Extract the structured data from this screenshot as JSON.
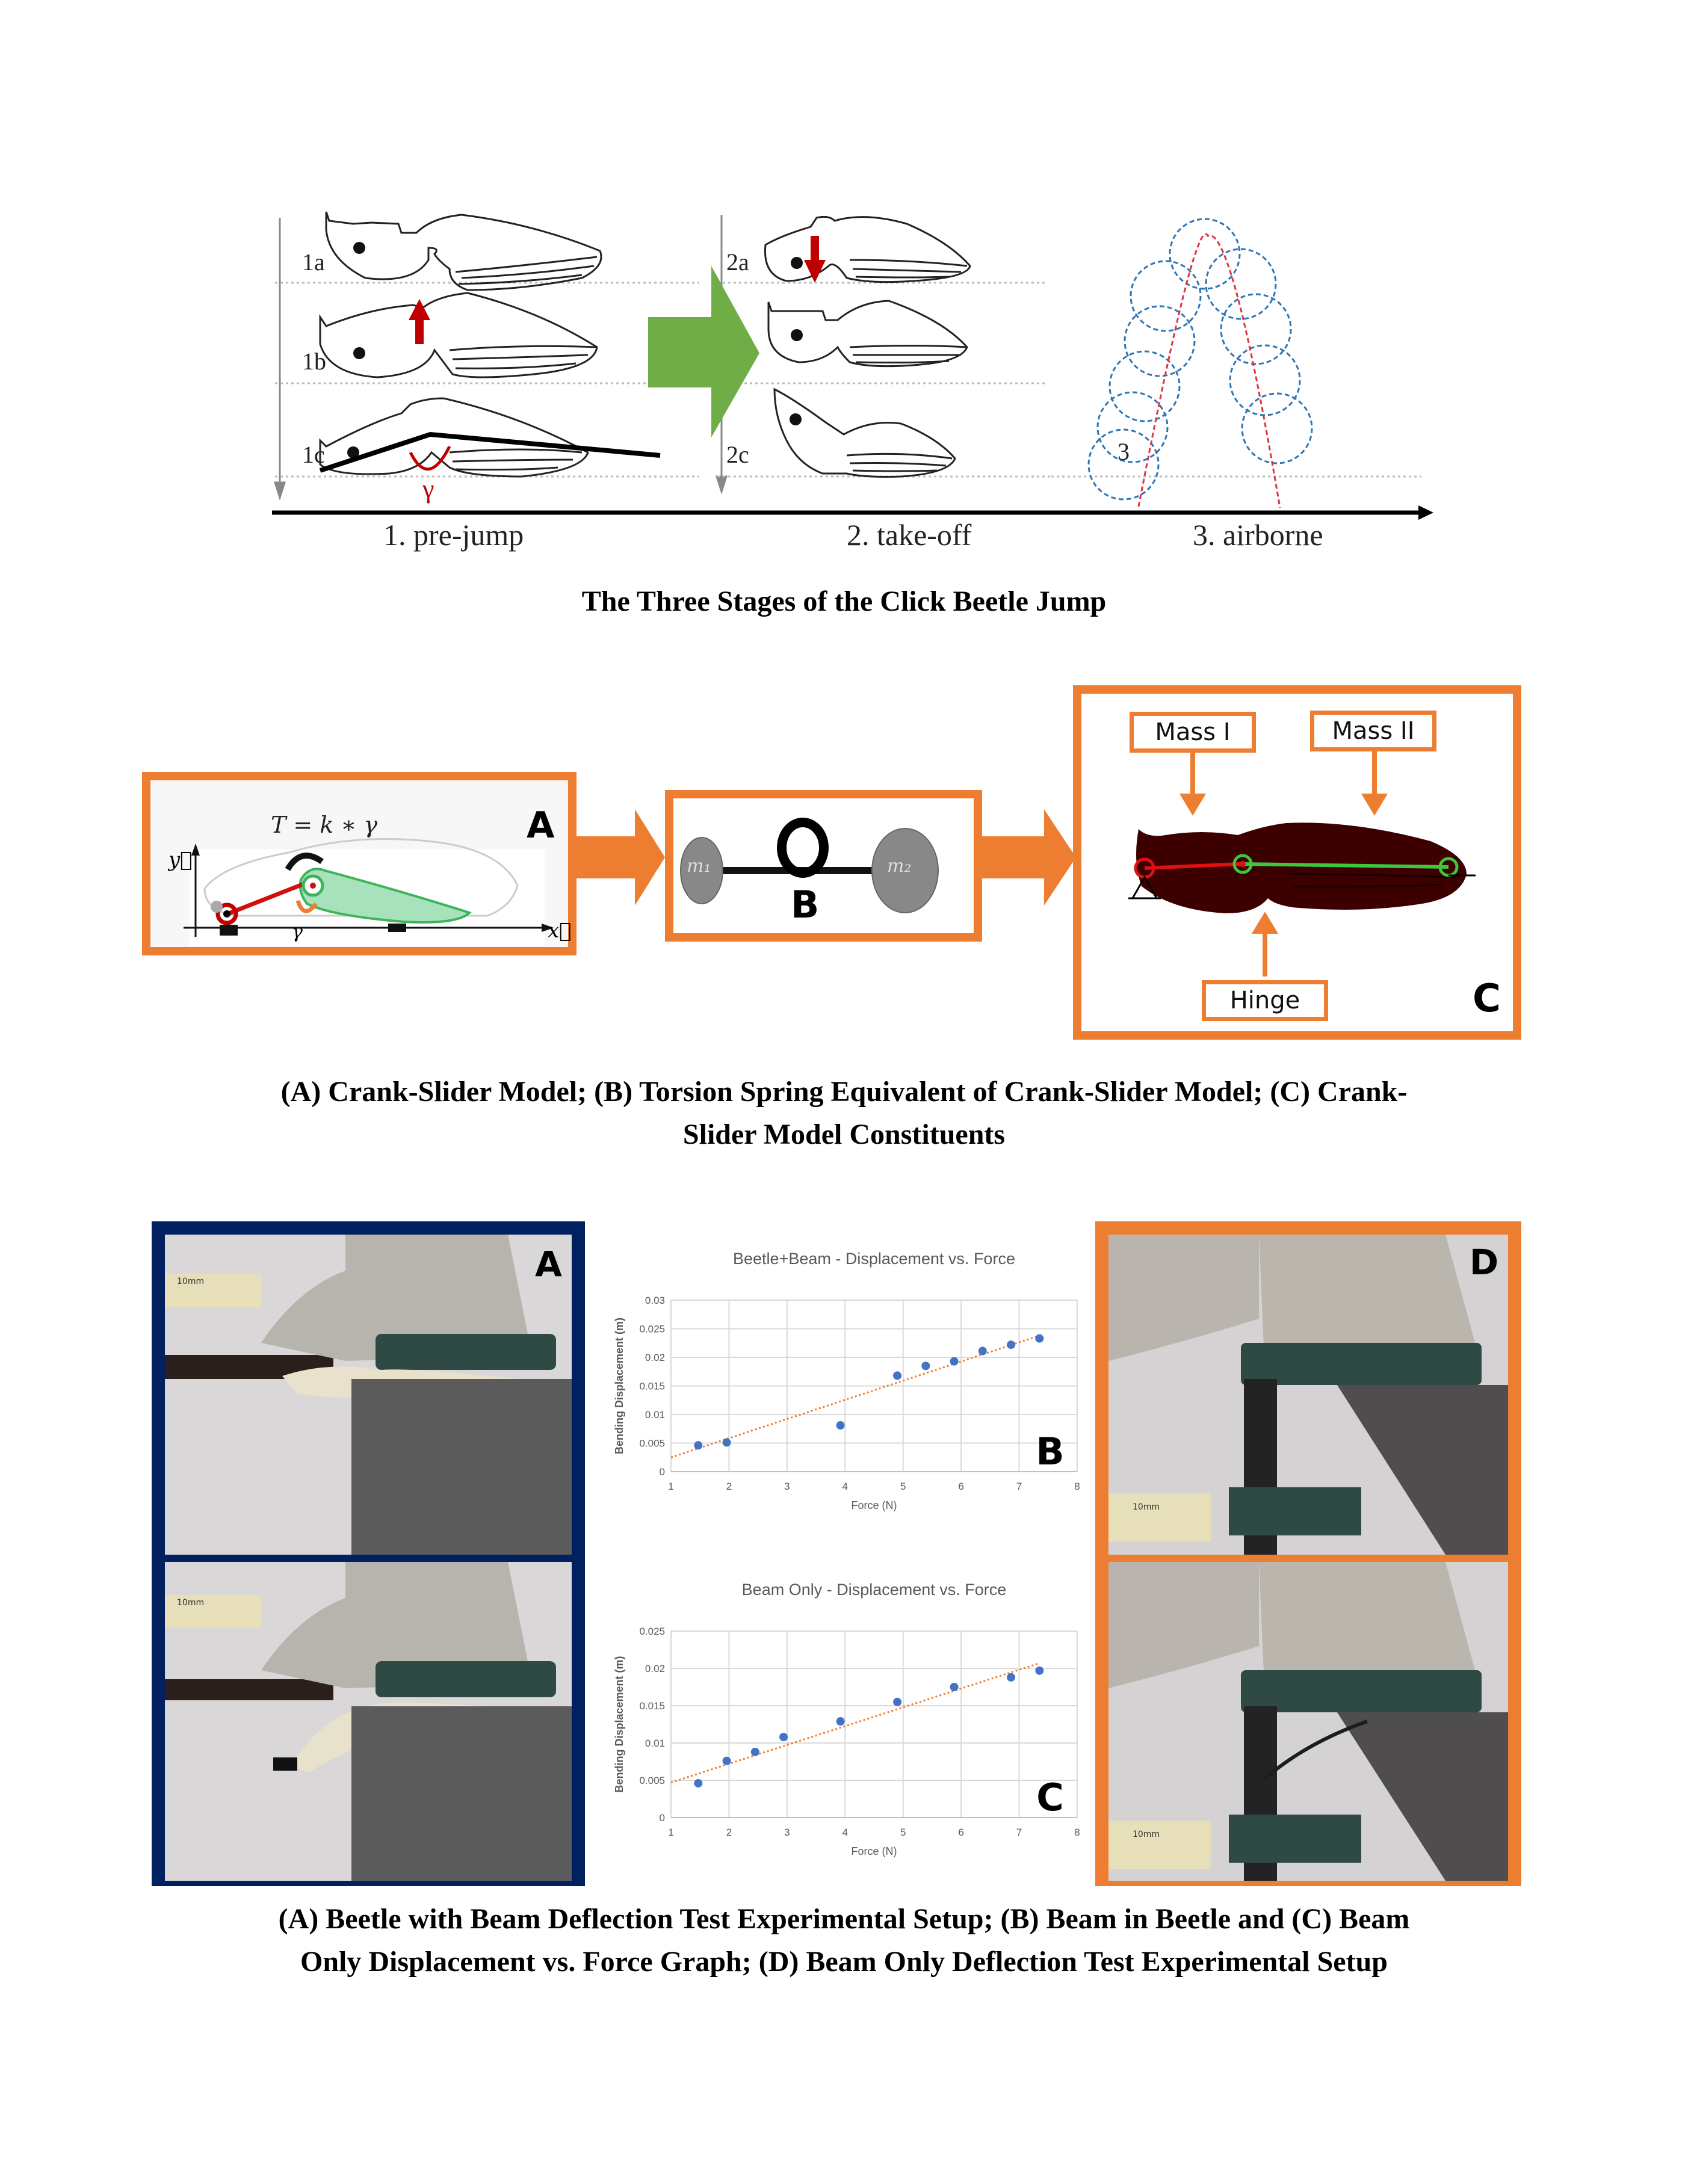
{
  "figure1": {
    "row_labels": [
      "1a",
      "1b",
      "1c",
      "2a",
      "2c",
      "3"
    ],
    "gamma_symbol": "γ",
    "stages": [
      "1. pre-jump",
      "2. take-off",
      "3. airborne"
    ],
    "caption": "The Three Stages of the Click Beetle Jump",
    "colors": {
      "arrow_green": "#70AD47",
      "force_red": "#C00000",
      "trajectory_red": "#E0333C",
      "circle_blue": "#2E75B6"
    }
  },
  "figure2": {
    "panel_a": {
      "letter": "A",
      "equation": "T = k ∗ γ",
      "y_axis": "y⃗",
      "x_axis": "x⃗",
      "angle": "γ"
    },
    "panel_b": {
      "letter": "B",
      "mass1": "m₁",
      "mass2": "m₂"
    },
    "panel_c": {
      "letter": "C",
      "mass1_label": "Mass I",
      "mass2_label": "Mass II",
      "hinge_label": "Hinge"
    },
    "caption_line1": "(A) Crank-Slider Model; (B) Torsion Spring Equivalent of Crank-Slider Model; (C) Crank-",
    "caption_line2": "Slider Model Constituents",
    "colors": {
      "accent_orange": "#ED7D31",
      "beetle_dark": "#3D0000",
      "link_red": "#E01010",
      "link_green": "#3CC83C"
    }
  },
  "figure3": {
    "panel_a": {
      "letter": "A",
      "scale_label": "10mm"
    },
    "panel_d": {
      "letter": "D",
      "scale_label": "10mm"
    },
    "caption_line1": "(A) Beetle with Beam Deflection Test Experimental Setup; (B) Beam in Beetle and (C) Beam",
    "caption_line2": "Only Displacement vs. Force Graph; (D) Beam Only Deflection Test Experimental Setup",
    "colors": {
      "panel_a_border": "#002060",
      "panel_d_border": "#ED7D31"
    }
  },
  "chart_data": [
    {
      "type": "scatter",
      "panel_letter": "B",
      "title": "Beetle+Beam - Displacement vs. Force",
      "xlabel": "Force (N)",
      "ylabel": "Bending Displacement (m)",
      "xlim": [
        1,
        8
      ],
      "ylim": [
        0,
        0.03
      ],
      "xticks": [
        "1",
        "2",
        "3",
        "4",
        "5",
        "6",
        "7",
        "8"
      ],
      "yticks": [
        "0",
        "0.005",
        "0.01",
        "0.015",
        "0.02",
        "0.025",
        "0.03"
      ],
      "grid": true,
      "x": [
        1.47,
        1.96,
        3.92,
        4.9,
        5.39,
        5.88,
        6.37,
        6.86,
        7.35
      ],
      "y": [
        0.0046,
        0.0051,
        0.0081,
        0.0168,
        0.0185,
        0.0193,
        0.0211,
        0.0222,
        0.0233
      ],
      "trendline": {
        "style": "dotted",
        "x": [
          1,
          7.35
        ],
        "y": [
          0.0025,
          0.0238
        ]
      },
      "marker_color": "#4472C4",
      "trendline_color": "#ED7D31"
    },
    {
      "type": "scatter",
      "panel_letter": "C",
      "title": "Beam Only - Displacement vs. Force",
      "xlabel": "Force (N)",
      "ylabel": "Bending Displacement (m)",
      "xlim": [
        1,
        8
      ],
      "ylim": [
        0,
        0.025
      ],
      "xticks": [
        "1",
        "2",
        "3",
        "4",
        "5",
        "6",
        "7",
        "8"
      ],
      "yticks": [
        "0",
        "0.005",
        "0.01",
        "0.015",
        "0.02",
        "0.025"
      ],
      "grid": true,
      "x": [
        1.47,
        1.96,
        2.45,
        2.94,
        3.92,
        4.9,
        5.88,
        6.86,
        7.35
      ],
      "y": [
        0.0046,
        0.0076,
        0.0088,
        0.0108,
        0.0129,
        0.0155,
        0.0175,
        0.0188,
        0.0197
      ],
      "trendline": {
        "style": "dotted",
        "x": [
          1,
          7.35
        ],
        "y": [
          0.0047,
          0.0207
        ]
      },
      "marker_color": "#4472C4",
      "trendline_color": "#ED7D31"
    }
  ]
}
